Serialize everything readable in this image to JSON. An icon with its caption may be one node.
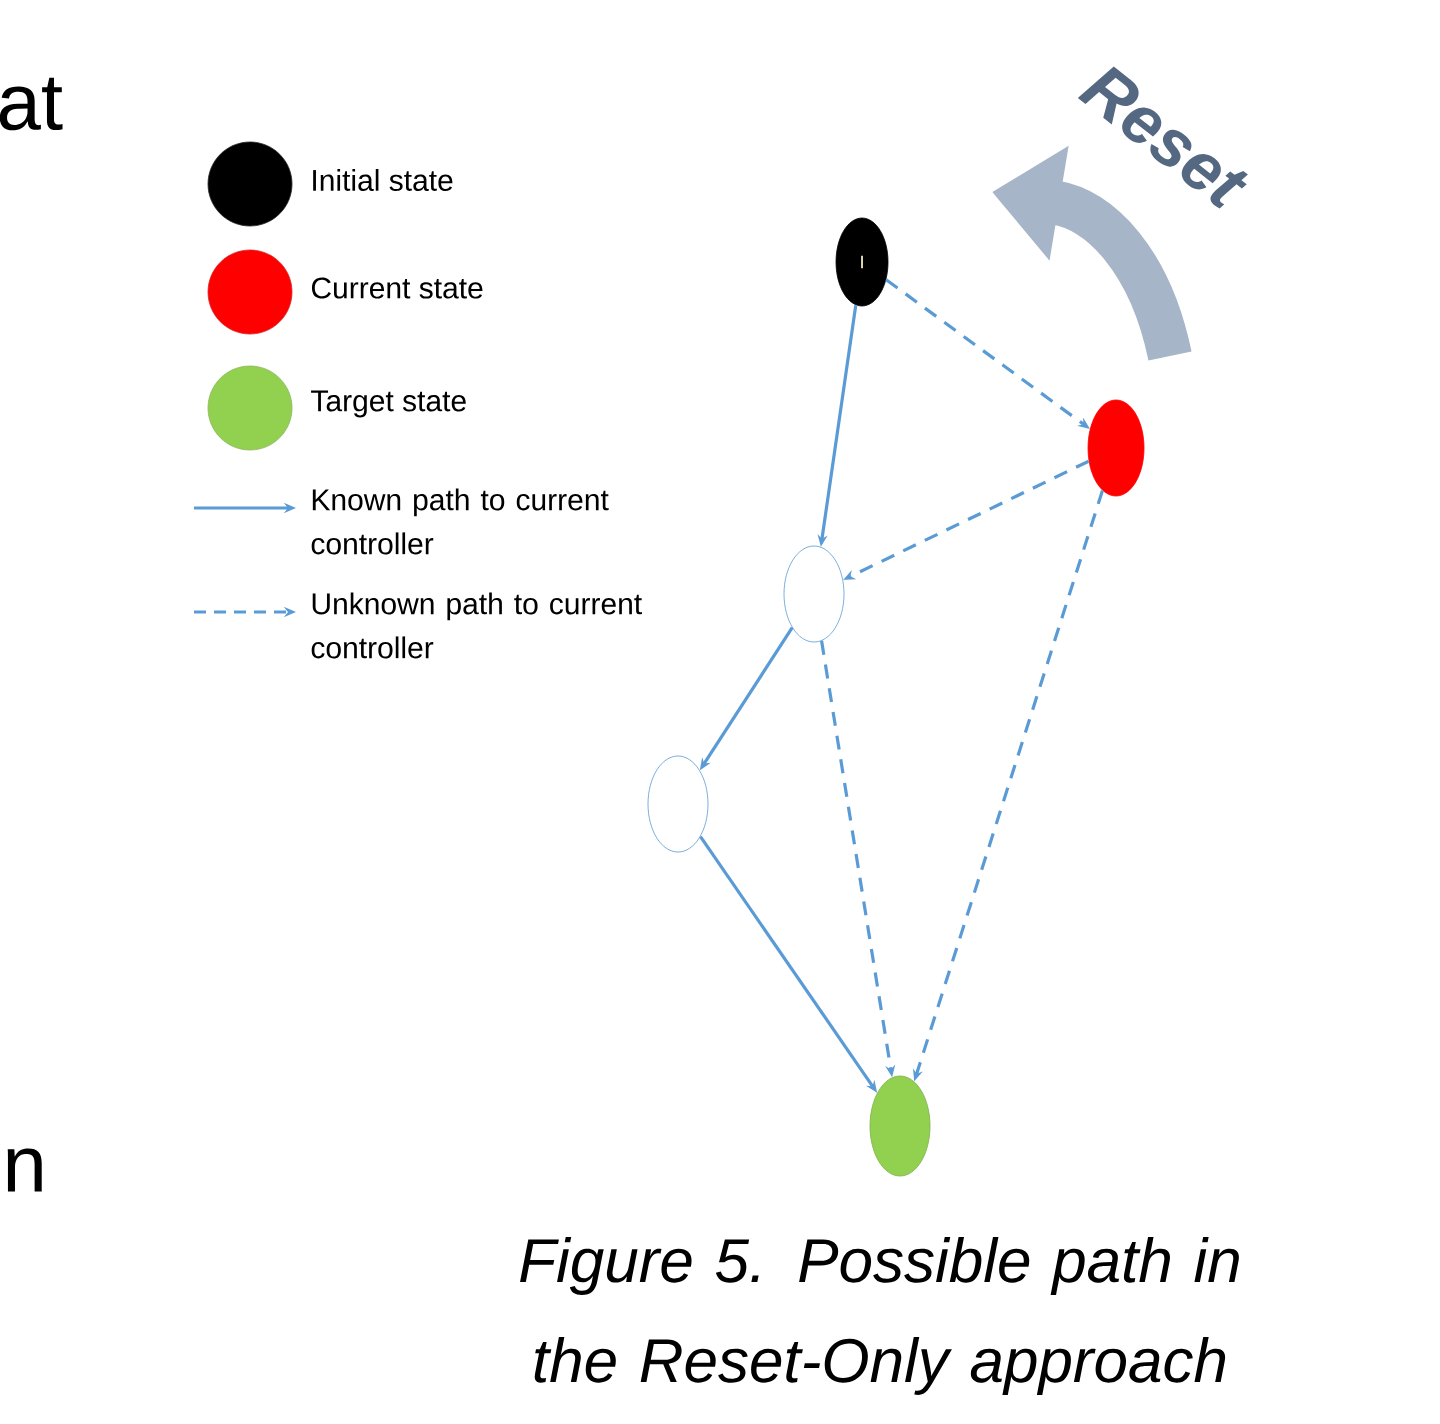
{
  "diagram": {
    "caption": "Figure 5. Possible path in the Reset-Only approach",
    "nodes": [
      {
        "text": [
          "I"
        ]
      },
      {
        "text": [],
        "shape": "circle"
      },
      {
        "text": [],
        "shape": "circle"
      },
      {
        "text": [],
        "shape": "circle"
      },
      {
        "text": [],
        "shape": "circle"
      }
    ],
    "edges": [
      {
        "from": 0,
        "to": 2,
        "arrow": "to"
      },
      {
        "from": 0,
        "to": 1,
        "arrow": "to",
        "style": "dashed"
      },
      {
        "from": 1,
        "to": 2,
        "arrow": "to",
        "style": "dashed"
      },
      {
        "from": 2,
        "to": 3,
        "arrow": "to"
      },
      {
        "from": 3,
        "to": 4,
        "arrow": "to"
      },
      {
        "from": 2,
        "to": 4,
        "arrow": "to",
        "style": "dashed"
      },
      {
        "from": 1,
        "to": 4,
        "arrow": "to",
        "style": "dashed"
      }
    ],
    "labels": [
      "at",
      "Reset",
      "n"
    ],
    "legend": [
      {
        "text": "Initial state",
        "color": "#000000"
      },
      {
        "text": "Current state",
        "color": "#ff0000"
      },
      {
        "text": "Target state",
        "color": "#92d050"
      },
      {
        "text": "Known path to current controller"
      },
      {
        "text": "Unknown path to current controller"
      }
    ]
  }
}
